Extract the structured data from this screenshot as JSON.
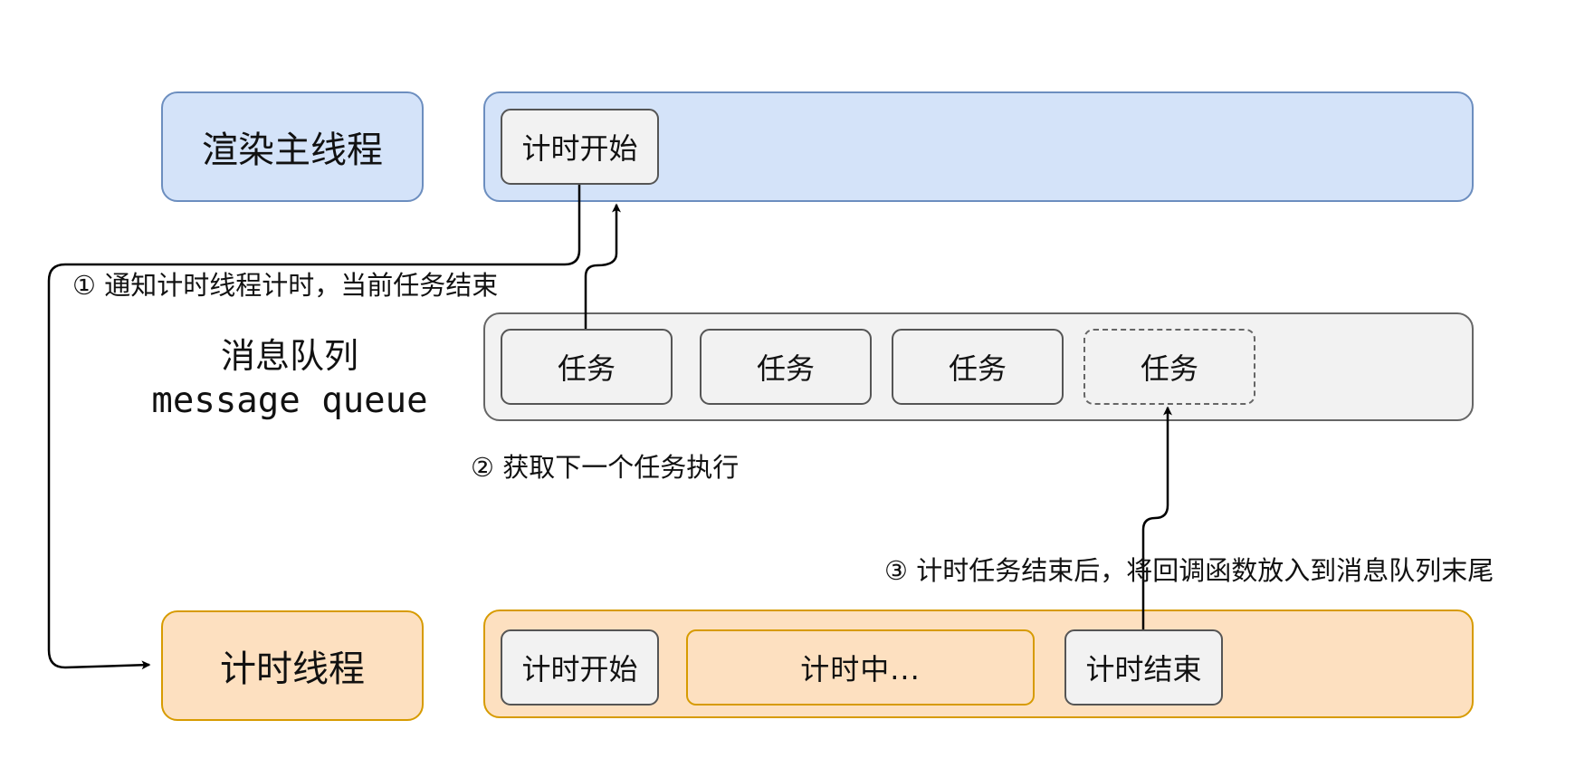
{
  "threads": {
    "render_main": "渲染主线程",
    "timer": "计时线程"
  },
  "message_queue": {
    "label_zh": "消息队列",
    "label_en": "message queue"
  },
  "render_lane": {
    "task": "计时开始"
  },
  "queue_lane": {
    "tasks": [
      "任务",
      "任务",
      "任务",
      "任务"
    ]
  },
  "timer_lane": {
    "start": "计时开始",
    "running": "计时中...",
    "end": "计时结束"
  },
  "steps": {
    "step1": "① 通知计时线程计时，当前任务结束",
    "step2": "② 获取下一个任务执行",
    "step3": "③ 计时任务结束后，将回调函数放入到消息队列末尾"
  },
  "colors": {
    "render_fill": "#d4e3f9",
    "render_stroke": "#6c8ebf",
    "queue_fill": "#f2f2f2",
    "queue_stroke": "#666666",
    "timer_fill": "#fde0c0",
    "timer_stroke": "#d79b00"
  }
}
